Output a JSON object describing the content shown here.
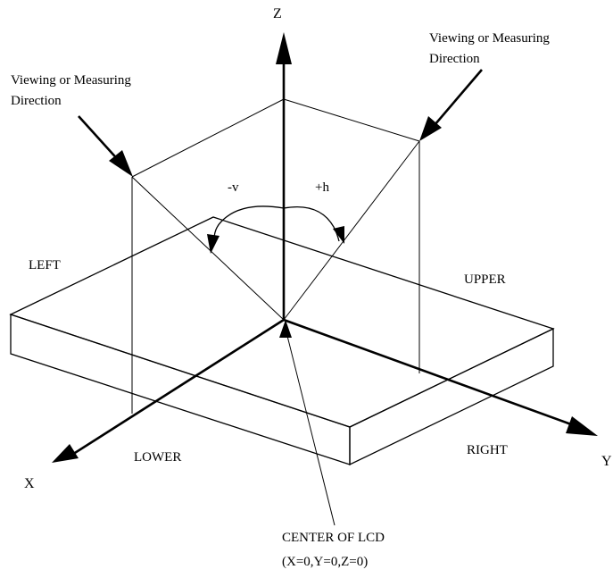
{
  "labels": {
    "z_axis": "Z",
    "x_axis": "X",
    "y_axis": "Y",
    "direction_left_line1": "Viewing or Measuring",
    "direction_left_line2": "Direction",
    "direction_right_line1": "Viewing or Measuring",
    "direction_right_line2": "Direction",
    "angle_v": "-v",
    "angle_h": "+h",
    "side_left": "LEFT",
    "side_upper": "UPPER",
    "side_lower": "LOWER",
    "side_right": "RIGHT",
    "center_line1": "CENTER OF LCD",
    "center_line2": "(X=0,Y=0,Z=0)"
  },
  "colors": {
    "panel_top": "#d9d9d9",
    "panel_side": "#c8c8c8",
    "panel_front": "#cfcfcf",
    "lines": "#000000"
  }
}
